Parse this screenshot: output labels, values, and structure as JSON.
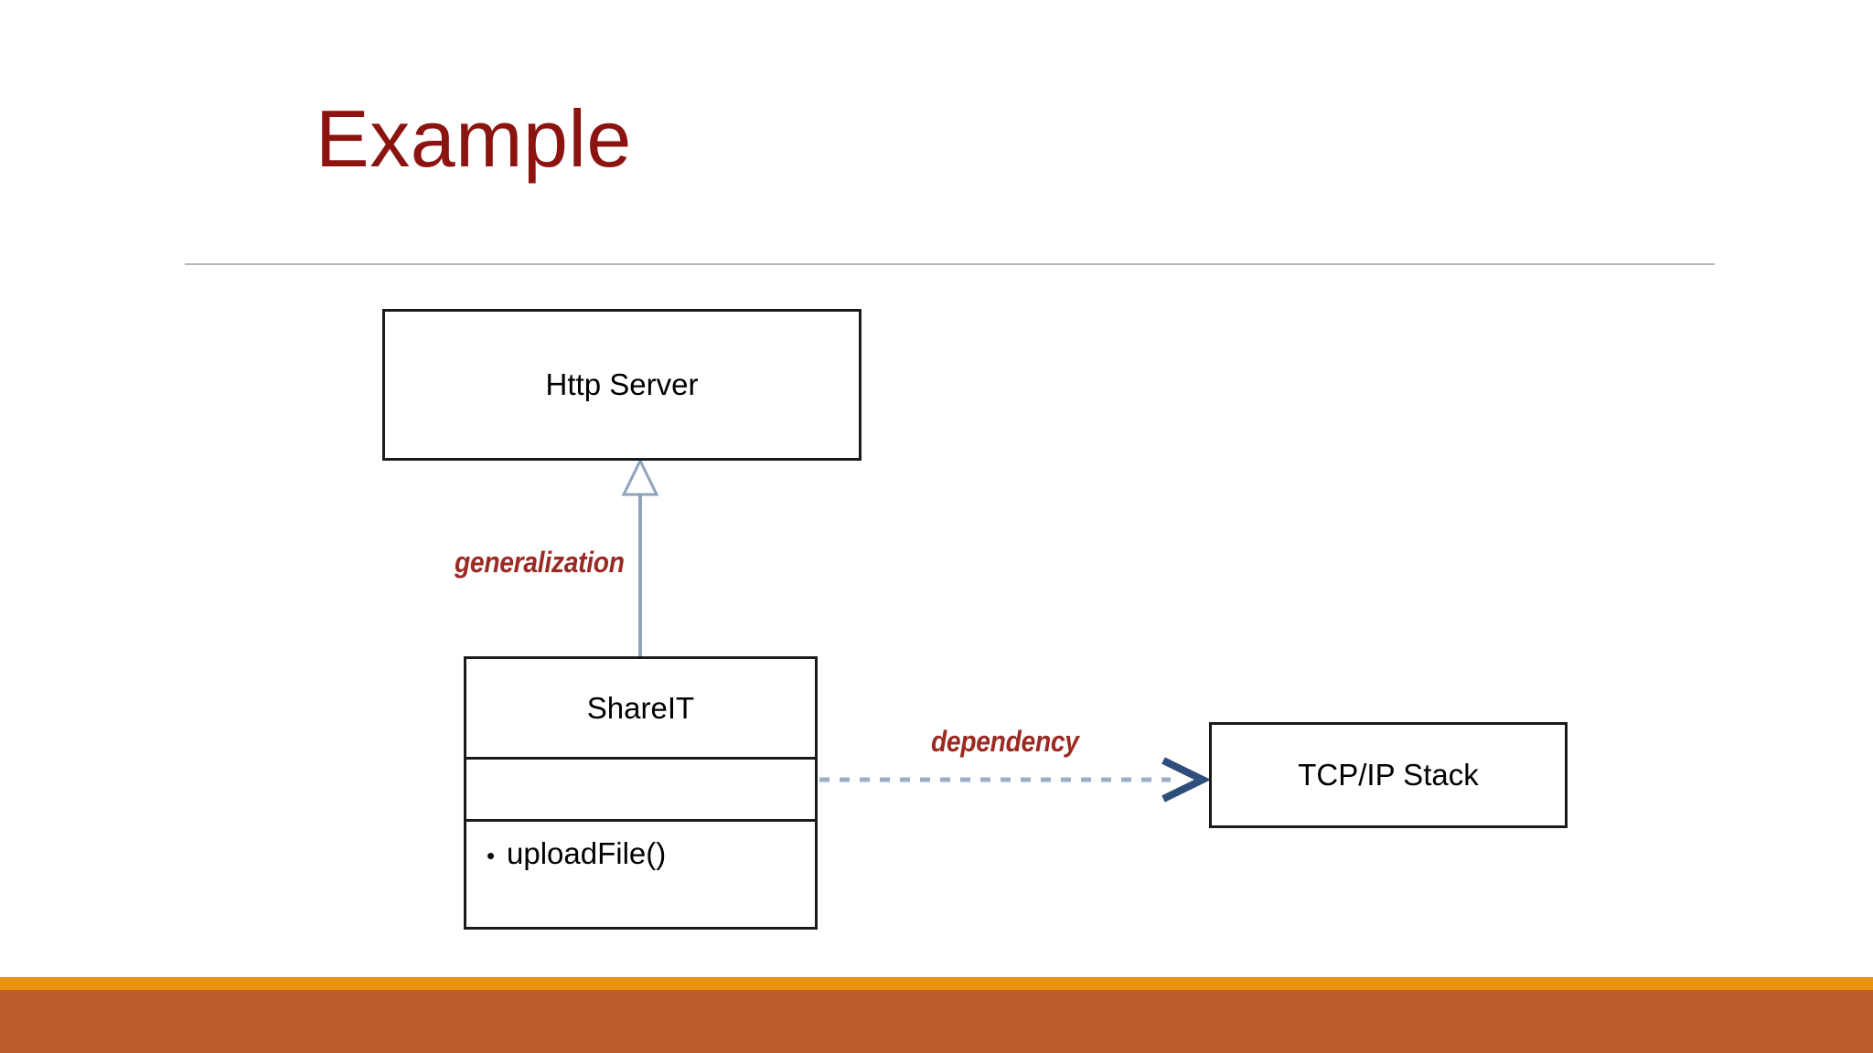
{
  "slide": {
    "title": "Example",
    "title_color": "#8C1410",
    "background_color": "#FFFFFF",
    "divider_color": "#B8B8BC"
  },
  "footer": {
    "bar_top_color": "#E8920F",
    "bar_bottom_color": "#BC5B2C"
  },
  "diagram": {
    "type": "uml-class-diagram",
    "classes": [
      {
        "id": "http-server",
        "name": "Http Server",
        "compartments": 1,
        "attributes": [],
        "operations": []
      },
      {
        "id": "shareit",
        "name": "ShareIT",
        "compartments": 3,
        "attributes": [],
        "operations": [
          "uploadFile()"
        ]
      },
      {
        "id": "tcpip-stack",
        "name": "TCP/IP Stack",
        "compartments": 1,
        "attributes": [],
        "operations": []
      }
    ],
    "relationships": [
      {
        "id": "generalization",
        "label": "generalization",
        "from": "shareit",
        "to": "http-server",
        "kind": "generalization",
        "line_style": "solid",
        "arrowhead": "hollow-triangle",
        "line_color": "#8FA4BC",
        "label_color": "#9A2A22"
      },
      {
        "id": "dependency",
        "label": "dependency",
        "from": "shareit",
        "to": "tcpip-stack",
        "kind": "dependency",
        "line_style": "dashed",
        "arrowhead": "open-arrow",
        "line_color": "#9AAEC6",
        "arrow_color": "#2E4D7B",
        "label_color": "#9A2A22"
      }
    ],
    "box_border_color": "#1A1A1A",
    "text_color": "#000000"
  }
}
